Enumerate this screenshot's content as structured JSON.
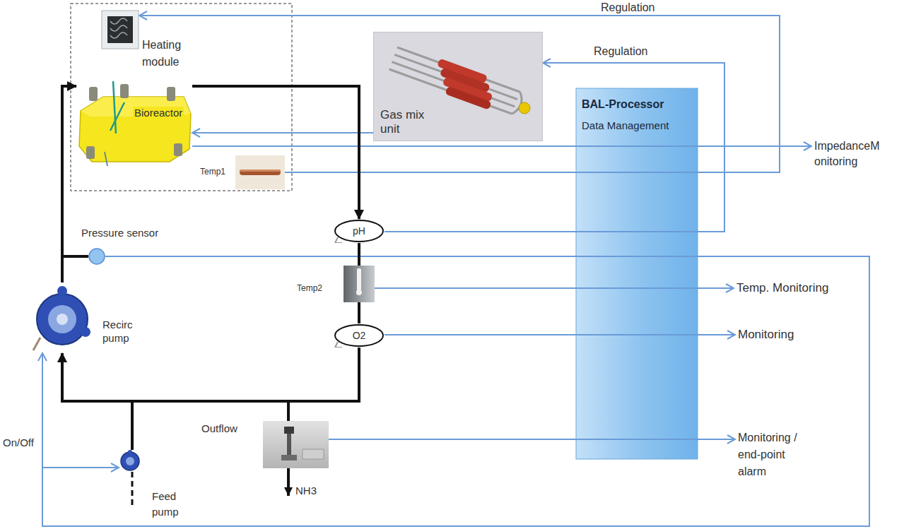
{
  "diagram": {
    "nodes": [
      {
        "text": [
          "Heating module"
        ]
      },
      {
        "text": [
          "Bioreactor"
        ]
      },
      {
        "text": [
          "Temp1"
        ]
      },
      {
        "text": [
          "Gas mix unit"
        ]
      },
      {
        "text": [
          "BAL-Processor",
          "Data Management"
        ]
      },
      {
        "text": [
          "ImpedanceM onitoring"
        ]
      },
      {
        "text": [
          "pH"
        ]
      },
      {
        "text": [
          "Pressure sensor"
        ]
      },
      {
        "text": [
          "Temp2"
        ]
      },
      {
        "text": [
          "Temp. Monitoring"
        ]
      },
      {
        "text": [
          "Recirc pump"
        ]
      },
      {
        "text": [
          "O2"
        ]
      },
      {
        "text": [
          "Monitoring"
        ]
      },
      {
        "text": [
          "Outflow"
        ]
      },
      {
        "text": [
          "Feed pump"
        ]
      },
      {
        "text": [
          "Monitoring / end-point alarm"
        ]
      }
    ],
    "edges": [
      {
        "from": 2,
        "to": 0,
        "arrow": "to",
        "label": "Regulation"
      },
      {
        "from": 6,
        "to": 3,
        "arrow": "to",
        "label": "Regulation"
      },
      {
        "from": 3,
        "to": 1,
        "arrow": "to"
      },
      {
        "from": 1,
        "to": 5,
        "arrow": "to"
      },
      {
        "from": 8,
        "to": 9,
        "arrow": "to"
      },
      {
        "from": 11,
        "to": 12,
        "arrow": "to"
      },
      {
        "from": 13,
        "to": 15,
        "arrow": "to"
      },
      {
        "from": 7,
        "to": 10,
        "arrow": "to"
      },
      {
        "from": 7,
        "to": 14,
        "arrow": "to"
      },
      {
        "from": 10,
        "to": 1,
        "arrow": "to"
      },
      {
        "from": 10,
        "to": 7,
        "arrow": "none"
      },
      {
        "from": 1,
        "to": 6,
        "arrow": "to"
      },
      {
        "from": 6,
        "to": 8,
        "arrow": "none"
      },
      {
        "from": 8,
        "to": 11,
        "arrow": "none"
      },
      {
        "from": 11,
        "to": 13,
        "arrow": "none"
      },
      {
        "from": 11,
        "to": 10,
        "arrow": "none"
      },
      {
        "from": 14,
        "to": 10,
        "arrow": "to"
      }
    ],
    "labels": [
      "On/Off",
      "NH3"
    ]
  }
}
